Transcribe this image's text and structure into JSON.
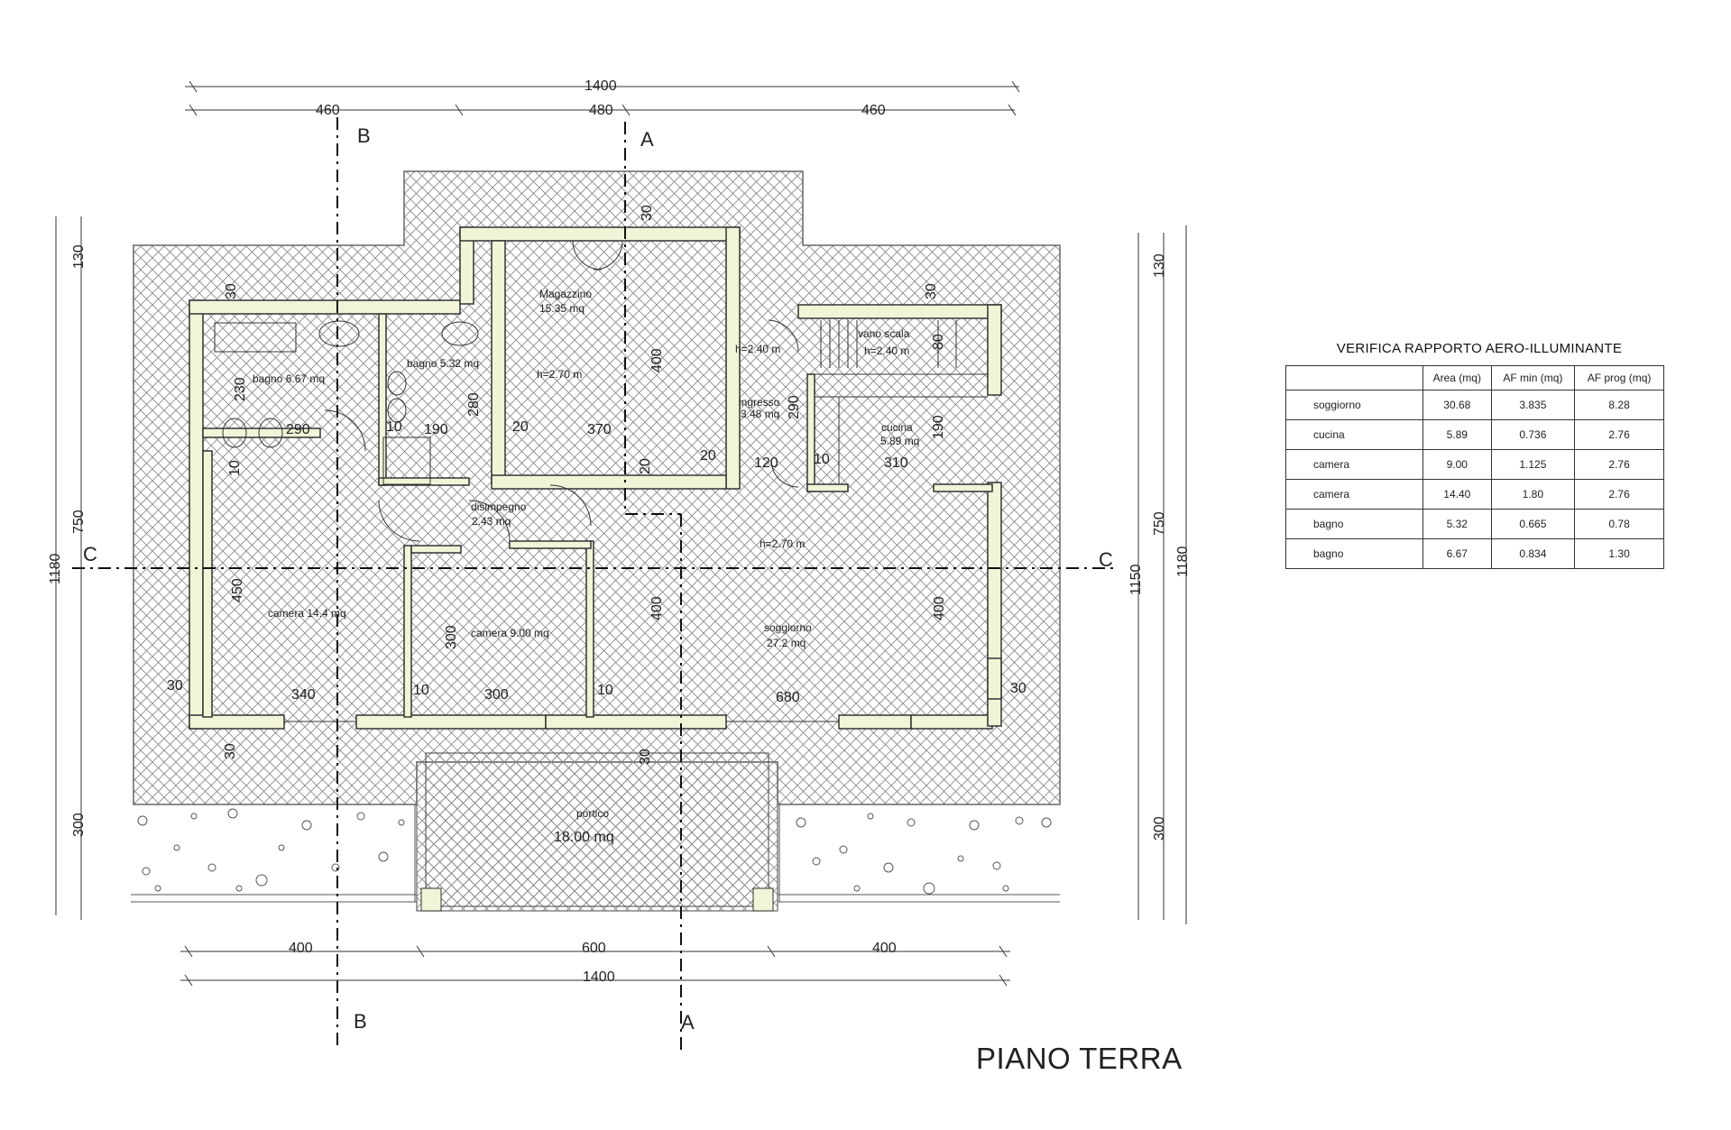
{
  "plan": {
    "title": "PIANO TERRA",
    "sections": {
      "a": "A",
      "b": "B",
      "c": "C"
    },
    "dims": {
      "top_total": "1400",
      "top_left": "460",
      "top_mid": "480",
      "top_right": "460",
      "bottom_left": "400",
      "bottom_mid": "600",
      "bottom_right": "400",
      "bottom_total": "1400",
      "left_total": "1180",
      "left_top": "130",
      "left_mid": "750",
      "left_bottom": "300",
      "right_inner_total": "1150",
      "right_outer_total": "1180",
      "right_top": "130",
      "right_mid": "750",
      "right_bottom": "300"
    },
    "interior_dims": {
      "d230": "230",
      "d290a": "290",
      "d10a": "10",
      "d190a": "190",
      "d280": "280",
      "d20a": "20",
      "d370": "370",
      "d400a": "400",
      "d20b": "20",
      "d120": "120",
      "d10b": "10",
      "d310": "310",
      "d290b": "290",
      "d190b": "190",
      "d80": "80",
      "d30a": "30",
      "d30b": "30",
      "d30c": "30",
      "d10c": "10",
      "d20c": "20",
      "d450": "450",
      "d300a": "300",
      "d400b": "400",
      "d400c": "400",
      "d340": "340",
      "d10d": "10",
      "d300b": "300",
      "d10e": "10",
      "d680": "680",
      "d30d": "30",
      "d30e": "30",
      "d30f": "30",
      "d30g": "30"
    },
    "rooms": {
      "magazzino_name": "Magazzino",
      "magazzino_area": "15.35 mq",
      "magazzino_h": "h=2.70 m",
      "bagno1": "bagno 6.67 mq",
      "bagno2": "bagno 5.32 mq",
      "ingresso_name": "ingresso",
      "ingresso_area": "3.48 mq",
      "ingresso_h": "h=2.40 m",
      "vano_scala": "vano scala",
      "vano_h": "h=2.40 m",
      "cucina_name": "cucina",
      "cucina_area": "5.89 mq",
      "disimpegno_name": "disimpegno",
      "disimpegno_area": "2.43 mq",
      "soggiorno_h": "h=2.70 m",
      "camera1": "camera 14.4 mq",
      "camera2": "camera 9.00 mq",
      "soggiorno_name": "soggiorno",
      "soggiorno_area": "27.2 mq",
      "portico_name": "portico",
      "portico_area": "18.00 mq"
    }
  },
  "table": {
    "title": "VERIFICA RAPPORTO AERO-ILLUMINANTE",
    "headers": [
      "",
      "Area (mq)",
      "AF min (mq)",
      "AF prog (mq)"
    ],
    "rows": [
      [
        "soggiorno",
        "30.68",
        "3.835",
        "8.28"
      ],
      [
        "cucina",
        "5.89",
        "0.736",
        "2.76"
      ],
      [
        "camera",
        "9.00",
        "1.125",
        "2.76"
      ],
      [
        "camera",
        "14.40",
        "1.80",
        "2.76"
      ],
      [
        "bagno",
        "5.32",
        "0.665",
        "0.78"
      ],
      [
        "bagno",
        "6.67",
        "0.834",
        "1.30"
      ]
    ]
  },
  "colors": {
    "wall_fill": "#f1f4d6",
    "hatch": "#888888",
    "line": "#333333"
  }
}
